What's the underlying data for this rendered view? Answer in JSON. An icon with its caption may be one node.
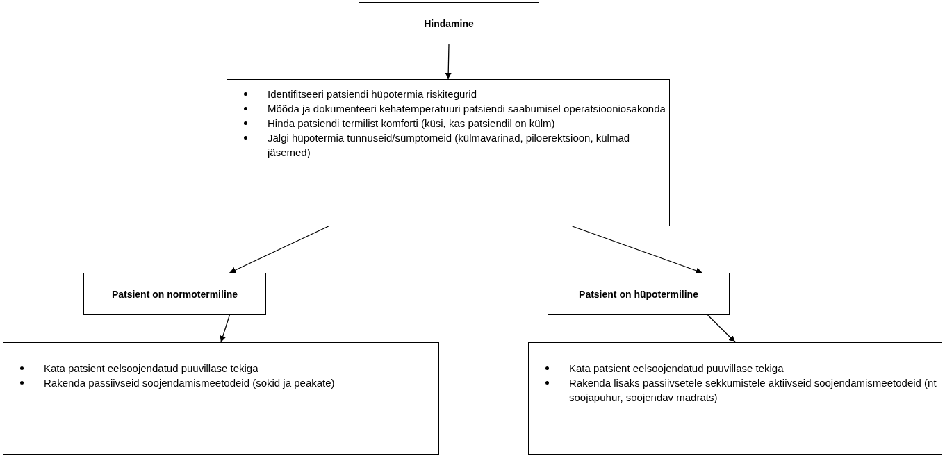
{
  "diagram": {
    "nodes": [
      {
        "text": [
          "Hindamine"
        ]
      },
      {
        "text": [
          "Identifitseeri patsiendi hüpotermia riskitegurid",
          "Mõõda ja dokumenteeri kehatemperatuuri patsiendi saabumisel operatsiooniosakonda",
          "Hinda patsiendi termilist komforti (küsi, kas patsiendil on külm)",
          "Jälgi hüpotermia tunnuseid/sümptomeid (külmavärinad, piloerektsioon, külmad jäsemed)"
        ]
      },
      {
        "text": [
          "Patsient on normotermiline"
        ]
      },
      {
        "text": [
          "Patsient on hüpotermiline"
        ]
      },
      {
        "text": [
          "Kata patsient eelsoojendatud puuvillase tekiga",
          "Rakenda passiivseid soojendamismeetodeid (sokid ja peakate)"
        ]
      },
      {
        "text": [
          "Kata patsient eelsoojendatud puuvillase tekiga",
          "Rakenda lisaks passiivsetele sekkumistele aktiivseid soojendamismeetodeid (nt soojapuhur, soojendav madrats)"
        ]
      }
    ],
    "edges": [
      {
        "from": 0,
        "to": 1,
        "arrow": "to"
      },
      {
        "from": 1,
        "to": 2,
        "arrow": "to"
      },
      {
        "from": 1,
        "to": 3,
        "arrow": "to"
      },
      {
        "from": 2,
        "to": 4,
        "arrow": "to"
      },
      {
        "from": 3,
        "to": 5,
        "arrow": "to"
      }
    ]
  }
}
